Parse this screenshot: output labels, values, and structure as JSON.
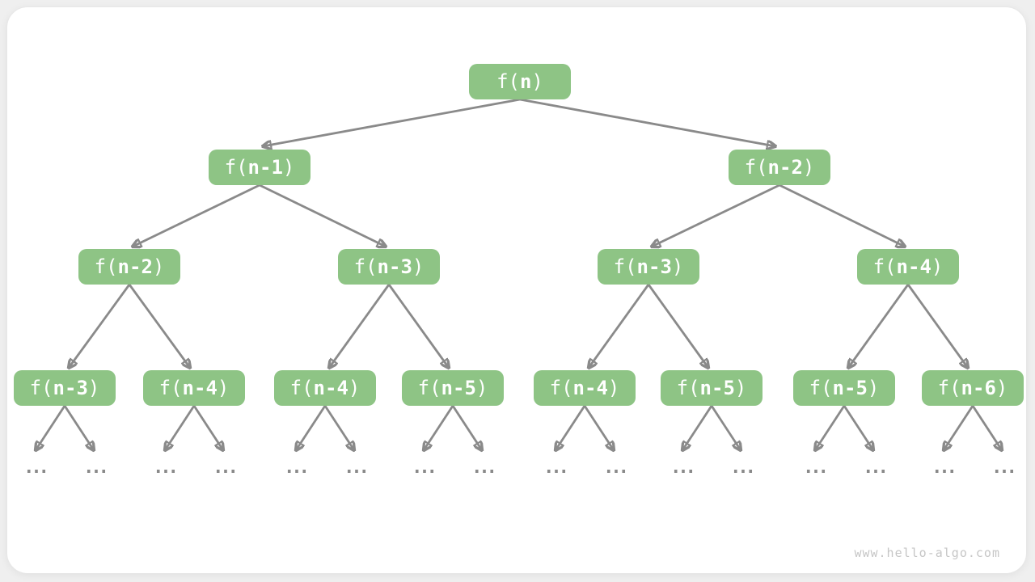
{
  "page": {
    "watermark": "www.hello-algo.com"
  },
  "tree": {
    "ellipsis": "...",
    "colors": {
      "node_fill": "#8ec485",
      "node_text": "#ffffff",
      "arrow": "#8a8a8a",
      "ellipsis_dots": "#8a8a8a",
      "panel_bg": "#ffffff",
      "page_bg": "#efefef",
      "watermark_text": "#c6c6c6"
    },
    "nodes": [
      {
        "label": "f(n)",
        "open": "f(",
        "arg": "n",
        "close": ")"
      },
      {
        "label": "f(n-1)",
        "open": "f(",
        "arg": "n-1",
        "close": ")"
      },
      {
        "label": "f(n-2)",
        "open": "f(",
        "arg": "n-2",
        "close": ")"
      },
      {
        "label": "f(n-2)",
        "open": "f(",
        "arg": "n-2",
        "close": ")"
      },
      {
        "label": "f(n-3)",
        "open": "f(",
        "arg": "n-3",
        "close": ")"
      },
      {
        "label": "f(n-3)",
        "open": "f(",
        "arg": "n-3",
        "close": ")"
      },
      {
        "label": "f(n-4)",
        "open": "f(",
        "arg": "n-4",
        "close": ")"
      },
      {
        "label": "f(n-3)",
        "open": "f(",
        "arg": "n-3",
        "close": ")"
      },
      {
        "label": "f(n-4)",
        "open": "f(",
        "arg": "n-4",
        "close": ")"
      },
      {
        "label": "f(n-4)",
        "open": "f(",
        "arg": "n-4",
        "close": ")"
      },
      {
        "label": "f(n-5)",
        "open": "f(",
        "arg": "n-5",
        "close": ")"
      },
      {
        "label": "f(n-4)",
        "open": "f(",
        "arg": "n-4",
        "close": ")"
      },
      {
        "label": "f(n-5)",
        "open": "f(",
        "arg": "n-5",
        "close": ")"
      },
      {
        "label": "f(n-5)",
        "open": "f(",
        "arg": "n-5",
        "close": ")"
      },
      {
        "label": "f(n-6)",
        "open": "f(",
        "arg": "n-6",
        "close": ")"
      }
    ]
  }
}
